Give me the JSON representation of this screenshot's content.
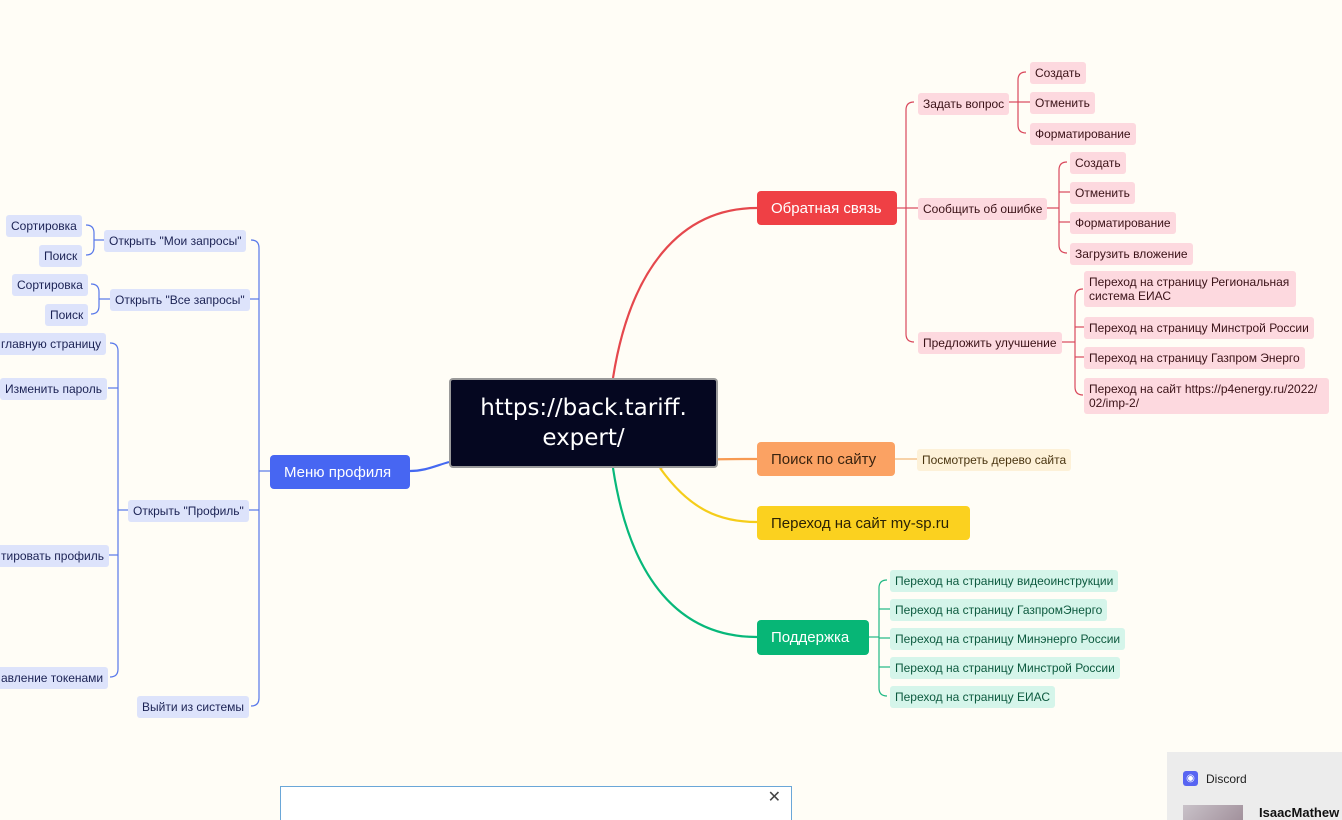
{
  "central": {
    "title": "https://back.tariff. expert/"
  },
  "colors": {
    "red": "#e5484d",
    "orange": "#f79a52",
    "yellow": "#f5cd1a",
    "green": "#07b87a",
    "blue": "#4569f1",
    "pink_line": "#d9485c",
    "lav_line": "#5878ea",
    "mint_line": "#1fb884",
    "cream_line": "#f2b87a"
  },
  "branches": {
    "feedback": "Обратная связь",
    "site_search": "Поиск по сайту",
    "mysp": "Переход на сайт my-sp.ru",
    "support": "Поддержка",
    "profile_menu": "Меню профиля"
  },
  "feedback": {
    "ask_question": {
      "label": "Задать вопрос",
      "children": [
        "Создать",
        "Отменить",
        "Форматирование"
      ]
    },
    "report_bug": {
      "label": "Сообщить об ошибке",
      "children": [
        "Создать",
        "Отменить",
        "Форматирование",
        "Загрузить вложение"
      ]
    },
    "suggest": {
      "label": "Предложить улучшение",
      "children": [
        "Переход на страницу Региональная система ЕИАС",
        "Переход на страницу Минстрой России",
        "Переход на страницу Газпром Энерго",
        "Переход на сайт https://p4energy.ru/2022/ 02/imp-2/"
      ]
    }
  },
  "site_search": {
    "children": [
      "Посмотреть дерево сайта"
    ]
  },
  "support": {
    "children": [
      "Переход на страницу видеоинструкции",
      "Переход на страницу ГазпромЭнерго",
      "Переход на страницу Минэнерго России",
      "Переход на страницу Минстрой России",
      "Переход на страницу ЕИАС"
    ]
  },
  "profile": {
    "my_requests": {
      "label": "Открыть \"Мои запросы\"",
      "children": [
        "Сортировка",
        "Поиск"
      ]
    },
    "all_requests": {
      "label": "Открыть \"Все запросы\"",
      "children": [
        "Сортировка",
        "Поиск"
      ]
    },
    "open_profile": {
      "label": "Открыть \"Профиль\"",
      "children": [
        "главную страницу",
        "Изменить пароль",
        "тировать профиль",
        "авление токенами"
      ]
    },
    "logout": {
      "label": "Выйти из системы"
    }
  },
  "popup": {
    "close_glyph": "✕"
  },
  "toast": {
    "app": "Discord",
    "user": "IsaacMathew"
  }
}
